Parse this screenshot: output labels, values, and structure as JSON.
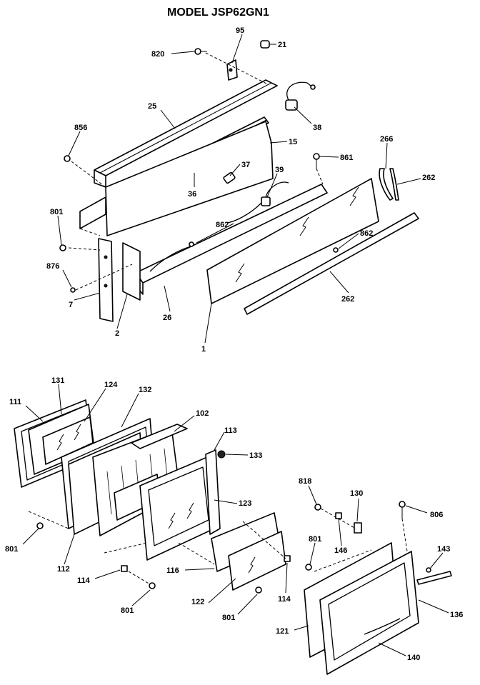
{
  "title": "MODEL JSP62GN1",
  "callouts": {
    "c95": "95",
    "c21": "21",
    "c820": "820",
    "c25": "25",
    "c856": "856",
    "c38": "38",
    "c15": "15",
    "c37": "37",
    "c39": "39",
    "c861": "861",
    "c266": "266",
    "c262a": "262",
    "c36": "36",
    "c801a": "801",
    "c862a": "862",
    "c862b": "862",
    "c876": "876",
    "c7": "7",
    "c26": "26",
    "c2": "2",
    "c1": "1",
    "c262b": "262",
    "c131": "131",
    "c124": "124",
    "c132": "132",
    "c111": "111",
    "c102": "102",
    "c113": "113",
    "c133": "133",
    "c123": "123",
    "c801b": "801",
    "c112": "112",
    "c114a": "114",
    "c801c": "801",
    "c116": "116",
    "c122": "122",
    "c801d": "801",
    "c114b": "114",
    "c818": "818",
    "c130": "130",
    "c806": "806",
    "c801e": "801",
    "c146": "146",
    "c143": "143",
    "c136": "136",
    "c121": "121",
    "c140": "140"
  }
}
